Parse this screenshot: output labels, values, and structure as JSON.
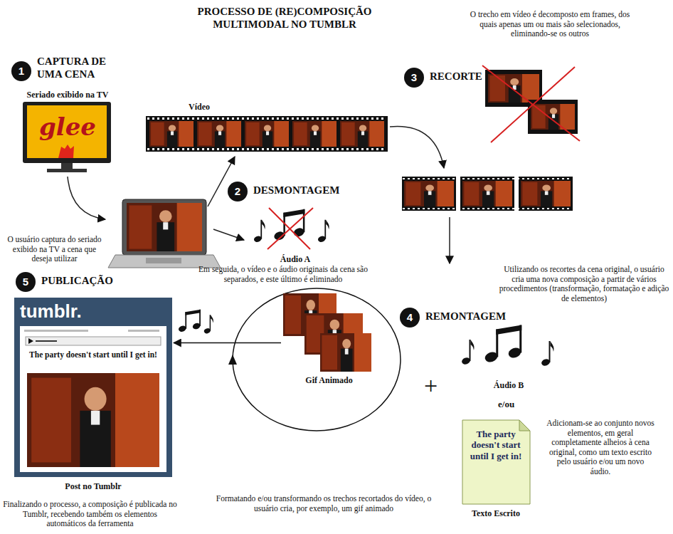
{
  "diagram": {
    "title": "PROCESSO DE (RE)COMPOSIÇÃO MULTIMODAL NO TUMBLR",
    "nodes": [
      {
        "text": [
          "1",
          "CAPTURA DE UMA CENA"
        ]
      },
      {
        "text": [
          "Seriado exibido na TV",
          "glee"
        ]
      },
      {
        "text": [
          "2",
          "DESMONTAGEM"
        ]
      },
      {
        "text": [
          "Vídeo"
        ]
      },
      {
        "text": [
          "Áudio A"
        ]
      },
      {
        "text": [
          "3",
          "RECORTE"
        ]
      },
      {
        "text": [
          "4",
          "REMONTAGEM"
        ]
      },
      {
        "text": [
          "Gif Animado"
        ]
      },
      {
        "text": [
          "Áudio B"
        ]
      },
      {
        "text": [
          "The party doesn't start until I get in!",
          "Texto Escrito"
        ]
      },
      {
        "text": [
          "5",
          "PUBLICAÇÃO"
        ]
      },
      {
        "text": [
          "tumblr.",
          "The party doesn't start until I get in!",
          "Post no Tumblr"
        ]
      }
    ],
    "edges": [
      {
        "from": 7,
        "to": 11,
        "arrow": "to"
      }
    ],
    "labels": [
      "O trecho em vídeo é decomposto em frames, dos quais apenas um ou mais são selecionados, eliminando-se os outros",
      "O usuário captura do seriado exibido na TV a cena que deseja utilizar",
      "Em seguida, o vídeo e o áudio originais da cena são separados, e este último é eliminado",
      "Utilizando os recortes da cena original, o usuário cria uma nova composição a partir de vários procedimentos (transformação, formatação e adição de elementos)",
      "+",
      "e/ou",
      "Adicionam-se ao conjunto novos elementos, em geral completamente alheios à cena original, como um texto escrito pelo usuário e/ou um novo áudio.",
      "Formatando e/ou transformando os trechos recortados do vídeo, o usuário cria, por exemplo, um gif animado",
      "Finalizando o processo, a composição é publicada no Tumblr, recebendo também os elementos automáticos da ferramenta"
    ]
  }
}
